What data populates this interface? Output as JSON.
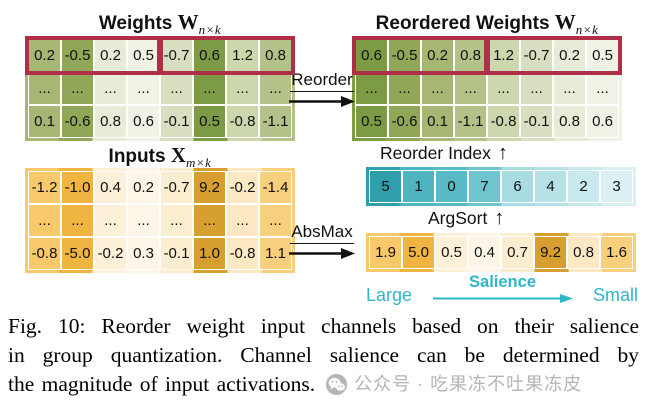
{
  "weights": {
    "title": {
      "prefix": "Weights ",
      "symbol": "W",
      "subscript": "n×k"
    },
    "rows": [
      [
        "0.2",
        "-0.5",
        "0.2",
        "0.5",
        "-0.7",
        "0.6",
        "1.2",
        "0.8"
      ],
      [
        "...",
        "...",
        "...",
        "...",
        "...",
        "...",
        "...",
        "..."
      ],
      [
        "0.1",
        "-0.6",
        "0.8",
        "0.6",
        "-0.1",
        "0.5",
        "-0.8",
        "-1.1"
      ]
    ],
    "col_colors": [
      "#a5b773",
      "#8fa757",
      "#e7ebd8",
      "#f0f2e6",
      "#d8dfc0",
      "#7d9a44",
      "#ccd7ad",
      "#b3c288"
    ]
  },
  "reordered": {
    "title": {
      "prefix": "Reordered Weights ",
      "symbol": "W",
      "subscript": "n×k"
    },
    "rows": [
      [
        "0.6",
        "-0.5",
        "0.2",
        "0.8",
        "1.2",
        "-0.7",
        "0.2",
        "0.5"
      ],
      [
        "...",
        "...",
        "...",
        "...",
        "...",
        "...",
        "...",
        "..."
      ],
      [
        "0.5",
        "-0.6",
        "0.1",
        "-1.1",
        "-0.8",
        "-0.1",
        "0.8",
        "0.6"
      ]
    ],
    "col_colors": [
      "#7d9a44",
      "#8fa757",
      "#a5b773",
      "#b3c288",
      "#ccd7ad",
      "#d8dfc0",
      "#e7ebd8",
      "#f0f2e6"
    ]
  },
  "inputs": {
    "title": {
      "prefix": "Inputs ",
      "symbol": "X",
      "subscript": "m×k"
    },
    "rows": [
      [
        "-1.2",
        "-1.0",
        "0.4",
        "0.2",
        "-0.7",
        "9.2",
        "-0.2",
        "-1.4"
      ],
      [
        "...",
        "...",
        "...",
        "...",
        "...",
        "...",
        "...",
        "..."
      ],
      [
        "-0.8",
        "-5.0",
        "-0.2",
        "0.3",
        "-0.1",
        "1.0",
        "-0.8",
        "1.1"
      ]
    ],
    "col_colors": [
      "#f7c96a",
      "#f0b441",
      "#fcf0d9",
      "#fdf6e8",
      "#fbedcf",
      "#d79f2f",
      "#fce9c4",
      "#f8cf7d"
    ]
  },
  "arrows": {
    "reorder_label": "Reorder",
    "absmax_label": "AbsMax"
  },
  "reorder_index": {
    "label": "Reorder Index",
    "arrow": "↑",
    "values": [
      "5",
      "1",
      "0",
      "7",
      "6",
      "4",
      "2",
      "3"
    ],
    "colors": [
      "#2f9fab",
      "#4db4c0",
      "#58bac5",
      "#6fc4cd",
      "#a7dce2",
      "#b5e1e7",
      "#c8e9ed",
      "#daf0f3"
    ]
  },
  "argsort": {
    "label": "ArgSort",
    "arrow": "↑"
  },
  "salience": {
    "values": [
      "1.9",
      "5.0",
      "0.5",
      "0.4",
      "0.7",
      "9.2",
      "0.8",
      "1.6"
    ],
    "colors": [
      "#f7c96a",
      "#f0b441",
      "#fcf0d9",
      "#fdf6e8",
      "#fbedcf",
      "#d79f2f",
      "#fce9c4",
      "#f8cf7d"
    ],
    "large": "Large",
    "small": "Small",
    "axis_label": "Salience",
    "accent": "#2eb6c9"
  },
  "group_box_color": "#ae2f47",
  "caption": {
    "lines": [
      "Fig. 10: Reorder weight input channels based on their salience",
      "in group quantization. Channel salience can be determined by",
      "the magnitude of input activations."
    ]
  },
  "watermark": {
    "text": "公众号 · 吃果冻不吐果冻皮",
    "color": "#b5b5b5"
  }
}
